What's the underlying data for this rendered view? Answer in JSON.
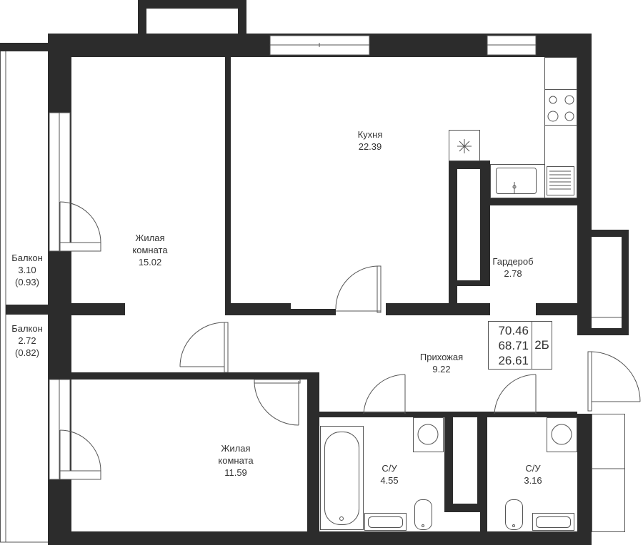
{
  "rooms": {
    "kitchen": {
      "name": "Кухня",
      "area": "22.39"
    },
    "living1": {
      "name1": "Жилая",
      "name2": "комната",
      "area": "15.02"
    },
    "living2": {
      "name1": "Жилая",
      "name2": "комната",
      "area": "11.59"
    },
    "wardrobe": {
      "name": "Гардероб",
      "area": "2.78"
    },
    "hall": {
      "name": "Прихожая",
      "area": "9.22"
    },
    "bath1": {
      "name": "С/У",
      "area": "4.55"
    },
    "bath2": {
      "name": "С/У",
      "area": "3.16"
    },
    "balcony1": {
      "name": "Балкон",
      "area": "3.10",
      "reduced": "(0.93)"
    },
    "balcony2": {
      "name": "Балкон",
      "area": "2.72",
      "reduced": "(0.82)"
    }
  },
  "summary": {
    "total": "70.46",
    "living_total": "68.71",
    "living": "26.61",
    "type": "2Б"
  },
  "colors": {
    "wall": "#2c2c2c",
    "line": "#555555"
  }
}
